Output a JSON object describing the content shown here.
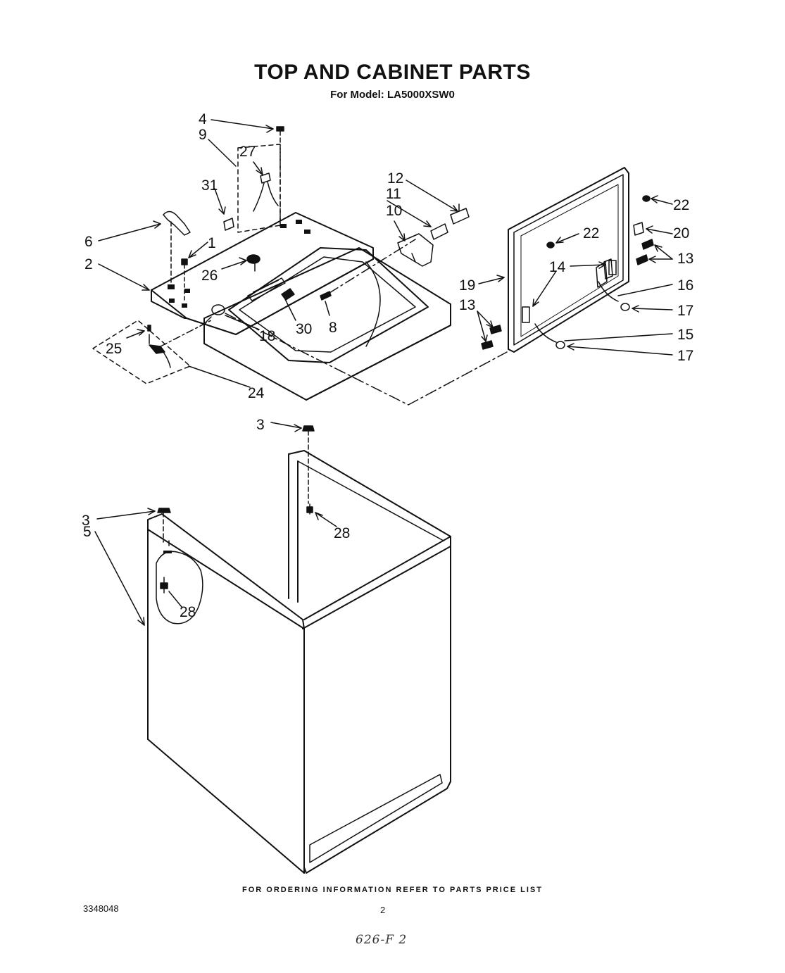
{
  "header": {
    "title": "TOP AND CABINET PARTS",
    "subtitle": "For Model: LA5000XSW0"
  },
  "callouts": {
    "c1": "1",
    "c2": "2",
    "c3a": "3",
    "c3b": "3",
    "c4": "4",
    "c5": "5",
    "c6": "6",
    "c8": "8",
    "c9": "9",
    "c10": "10",
    "c11": "11",
    "c12": "12",
    "c13a": "13",
    "c13b": "13",
    "c14": "14",
    "c15": "15",
    "c16": "16",
    "c17a": "17",
    "c17b": "17",
    "c18": "18",
    "c19": "19",
    "c20": "20",
    "c22a": "22",
    "c22b": "22",
    "c24": "24",
    "c25": "25",
    "c26": "26",
    "c27": "27",
    "c28a": "28",
    "c28b": "28",
    "c30": "30",
    "c31": "31"
  },
  "footer": {
    "ordering_note": "FOR ORDERING INFORMATION REFER TO PARTS PRICE LIST",
    "document_number": "3348048",
    "page_number": "2",
    "handwritten_note": "626-F 2"
  }
}
